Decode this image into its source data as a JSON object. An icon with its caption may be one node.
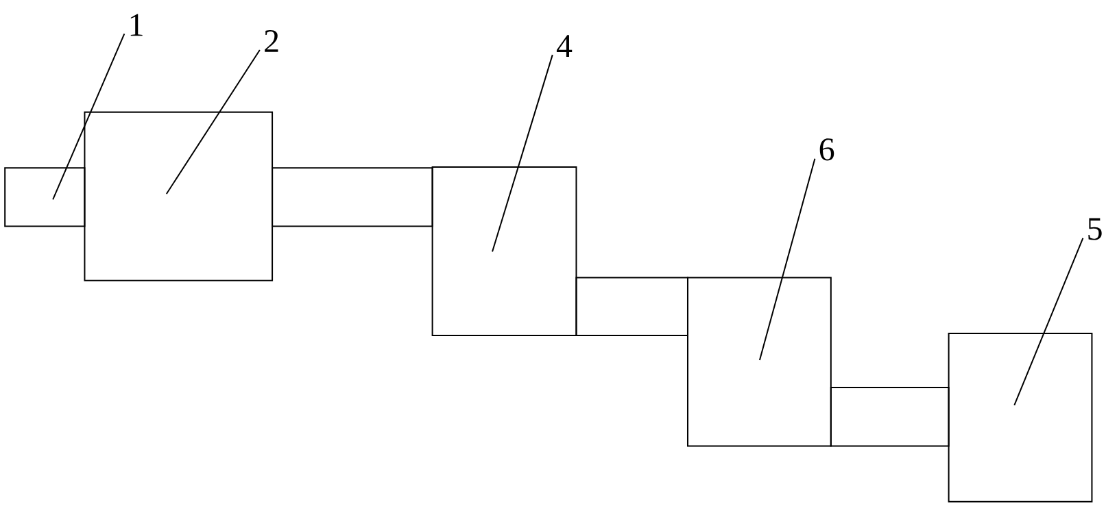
{
  "diagram": {
    "nodes": [
      {
        "text": [
          "1"
        ]
      },
      {
        "text": [
          "2"
        ]
      },
      {
        "text": [
          "4"
        ]
      },
      {
        "text": [
          "6"
        ]
      },
      {
        "text": [
          "5"
        ]
      },
      {
        "text": [],
        "shape": "box"
      },
      {
        "text": [],
        "shape": "box"
      },
      {
        "text": [],
        "shape": "box"
      },
      {
        "text": [],
        "shape": "box"
      },
      {
        "text": [],
        "shape": "box"
      },
      {
        "text": [],
        "shape": "box"
      },
      {
        "text": [],
        "shape": "box"
      },
      {
        "text": [],
        "shape": "box"
      }
    ],
    "edges": [
      {
        "from": 0,
        "to": 5,
        "arrow": "none"
      },
      {
        "from": 1,
        "to": 6,
        "arrow": "none"
      },
      {
        "from": 2,
        "to": 8,
        "arrow": "none"
      },
      {
        "from": 3,
        "to": 10,
        "arrow": "none"
      },
      {
        "from": 4,
        "to": 12,
        "arrow": "none"
      }
    ]
  }
}
